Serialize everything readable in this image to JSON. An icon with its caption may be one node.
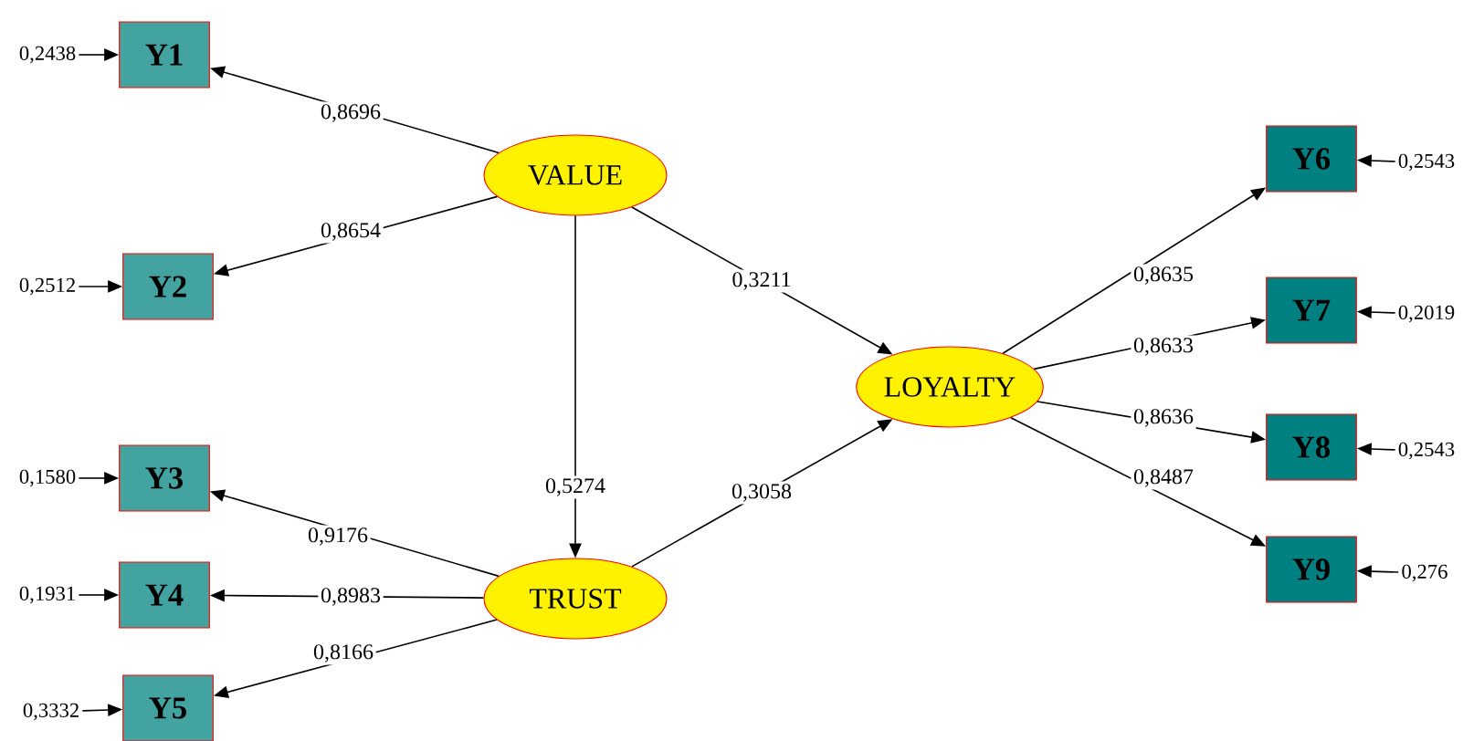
{
  "diagram": {
    "nodes": [
      {
        "text": [
          "VALUE"
        ]
      },
      {
        "text": [
          "TRUST"
        ]
      },
      {
        "text": [
          "LOYALTY"
        ]
      },
      {
        "text": [
          "Y1"
        ]
      },
      {
        "text": [
          "Y2"
        ]
      },
      {
        "text": [
          "Y3"
        ]
      },
      {
        "text": [
          "Y4"
        ]
      },
      {
        "text": [
          "Y5"
        ]
      },
      {
        "text": [
          "Y6"
        ]
      },
      {
        "text": [
          "Y7"
        ]
      },
      {
        "text": [
          "Y8"
        ]
      },
      {
        "text": [
          "Y9"
        ]
      },
      {
        "text": [
          "0,2438"
        ]
      },
      {
        "text": [
          "0,2512"
        ]
      },
      {
        "text": [
          "0,1580"
        ]
      },
      {
        "text": [
          "0,1931"
        ]
      },
      {
        "text": [
          "0,3332"
        ]
      },
      {
        "text": [
          "0,2543"
        ]
      },
      {
        "text": [
          "0,2019"
        ]
      },
      {
        "text": [
          "0,2543"
        ]
      },
      {
        "text": [
          "0,276"
        ]
      }
    ],
    "edges": [
      {
        "from": 0,
        "to": 3,
        "arrow": "to",
        "label": "0,8696"
      },
      {
        "from": 0,
        "to": 4,
        "arrow": "to",
        "label": "0,8654"
      },
      {
        "from": 0,
        "to": 2,
        "arrow": "to",
        "label": "0,3211"
      },
      {
        "from": 0,
        "to": 1,
        "arrow": "to",
        "label": "0,5274"
      },
      {
        "from": 1,
        "to": 2,
        "arrow": "to",
        "label": "0,3058"
      },
      {
        "from": 1,
        "to": 5,
        "arrow": "to",
        "label": "0,9176"
      },
      {
        "from": 1,
        "to": 6,
        "arrow": "to",
        "label": "0,8983"
      },
      {
        "from": 1,
        "to": 7,
        "arrow": "to",
        "label": "0,8166"
      },
      {
        "from": 2,
        "to": 8,
        "arrow": "to",
        "label": "0,8635"
      },
      {
        "from": 2,
        "to": 9,
        "arrow": "to",
        "label": "0,8633"
      },
      {
        "from": 2,
        "to": 10,
        "arrow": "to",
        "label": "0,8636"
      },
      {
        "from": 2,
        "to": 11,
        "arrow": "to",
        "label": "0,8487"
      },
      {
        "from": 12,
        "to": 3,
        "arrow": "to"
      },
      {
        "from": 13,
        "to": 4,
        "arrow": "to"
      },
      {
        "from": 14,
        "to": 5,
        "arrow": "to"
      },
      {
        "from": 15,
        "to": 6,
        "arrow": "to"
      },
      {
        "from": 16,
        "to": 7,
        "arrow": "to"
      },
      {
        "from": 17,
        "to": 8,
        "arrow": "to"
      },
      {
        "from": 18,
        "to": 9,
        "arrow": "to"
      },
      {
        "from": 19,
        "to": 10,
        "arrow": "to"
      },
      {
        "from": 20,
        "to": 11,
        "arrow": "to"
      }
    ]
  }
}
